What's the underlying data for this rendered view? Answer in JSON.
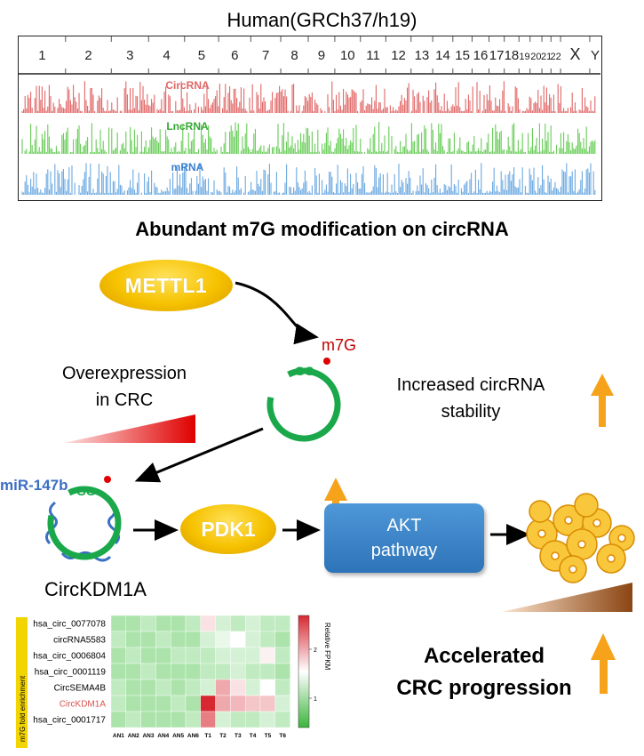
{
  "genome": {
    "title": "Human(GRCh37/h19)",
    "chromosomes": [
      "1",
      "2",
      "3",
      "4",
      "5",
      "6",
      "7",
      "8",
      "9",
      "10",
      "11",
      "12",
      "13",
      "14",
      "15",
      "16",
      "17",
      "18",
      "19",
      "20",
      "21",
      "22",
      "X",
      "Y"
    ],
    "tracks": [
      {
        "name": "CircRNA",
        "color": "#e06666",
        "label_color": "#e06666"
      },
      {
        "name": "LncRNA",
        "color": "#66cc55",
        "label_color": "#33a633"
      },
      {
        "name": "mRNA",
        "color": "#6aa8e0",
        "label_color": "#3a7fd0"
      }
    ]
  },
  "headline": "Abundant m7G modification on circRNA",
  "nodes": {
    "mettl1": "METTL1",
    "m7g": "m7G",
    "gg": "GG",
    "overexpression": [
      "Overexpression",
      "in CRC"
    ],
    "stability": [
      "Increased circRNA",
      "stability"
    ],
    "mir": "miR-147b",
    "pdk1": "PDK1",
    "akt": [
      "AKT",
      "pathway"
    ],
    "circkdm1a": "CircKDM1A",
    "accelerated": [
      "Accelerated",
      "CRC progression"
    ]
  },
  "colors": {
    "circle_green": "#1aa84a",
    "arrow_orange": "#f7a21b",
    "m7g_red": "#c00000",
    "mir_blue": "#3a6fc4"
  },
  "heatmap": {
    "side_label": "m7G fold enrichment",
    "rows": [
      "hsa_circ_0077078",
      "circRNA5583",
      "hsa_circ_0006804",
      "hsa_circ_0001119",
      "CircSEMA4B",
      "CircKDM1A",
      "hsa_circ_0001717"
    ],
    "highlight_row": "CircKDM1A",
    "highlight_color": "#d9534f",
    "cols": [
      "AN1",
      "AN2",
      "AN3",
      "AN4",
      "AN5",
      "AN6",
      "T1",
      "T2",
      "T3",
      "T4",
      "T5",
      "T6"
    ],
    "values": [
      [
        0.6,
        0.6,
        0.7,
        0.6,
        0.6,
        0.7,
        1.2,
        0.8,
        0.7,
        0.8,
        0.7,
        0.7
      ],
      [
        0.7,
        0.6,
        0.6,
        0.7,
        0.6,
        0.6,
        0.8,
        0.9,
        1.0,
        0.8,
        0.7,
        0.6
      ],
      [
        0.6,
        0.7,
        0.6,
        0.6,
        0.7,
        0.7,
        0.7,
        0.8,
        0.8,
        0.8,
        1.1,
        0.7
      ],
      [
        0.6,
        0.6,
        0.7,
        0.6,
        0.6,
        0.6,
        0.7,
        0.7,
        0.8,
        0.7,
        0.7,
        0.6
      ],
      [
        0.7,
        0.6,
        0.6,
        0.7,
        0.6,
        0.7,
        0.8,
        1.6,
        1.2,
        0.8,
        1.0,
        0.7
      ],
      [
        0.7,
        0.6,
        0.6,
        0.6,
        0.7,
        0.6,
        2.5,
        1.6,
        1.5,
        1.4,
        1.4,
        0.8
      ],
      [
        0.6,
        0.7,
        0.6,
        0.6,
        0.6,
        0.7,
        1.9,
        0.8,
        0.7,
        0.7,
        0.8,
        0.7
      ]
    ],
    "colorbar_label": "Relative FPKM",
    "colorbar_ticks": [
      "2",
      "1"
    ]
  }
}
